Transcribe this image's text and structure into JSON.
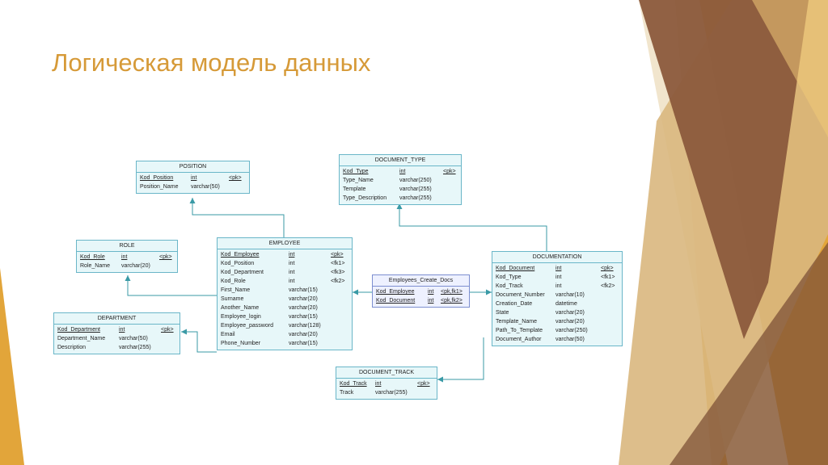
{
  "title": "Логическая модель данных",
  "colors": {
    "title": "#d69a38",
    "entity_border": "#6ab6c8",
    "entity_fill": "#e7f7f9",
    "connector": "#3a9aa6",
    "decor_brown": "#8b5a3c",
    "decor_orange": "#e2a53a",
    "decor_tan": "#d9b77e"
  },
  "entities": [
    {
      "id": "position",
      "name": "POSITION",
      "attributes": [
        {
          "name": "Kod_Position",
          "type": "int",
          "key": "<pk>",
          "pk": true
        },
        {
          "name": "Position_Name",
          "type": "varchar(50)",
          "key": "",
          "pk": false
        }
      ]
    },
    {
      "id": "role",
      "name": "ROLE",
      "attributes": [
        {
          "name": "Kod_Role",
          "type": "int",
          "key": "<pk>",
          "pk": true
        },
        {
          "name": "Role_Name",
          "type": "varchar(20)",
          "key": "",
          "pk": false
        }
      ]
    },
    {
      "id": "department",
      "name": "DEPARTMENT",
      "attributes": [
        {
          "name": "Kod_Department",
          "type": "int",
          "key": "<pk>",
          "pk": true
        },
        {
          "name": "Department_Name",
          "type": "varchar(50)",
          "key": "",
          "pk": false
        },
        {
          "name": "Description",
          "type": "varchar(255)",
          "key": "",
          "pk": false
        }
      ]
    },
    {
      "id": "employee",
      "name": "EMPLOYEE",
      "attributes": [
        {
          "name": "Kod_Employee",
          "type": "int",
          "key": "<pk>",
          "pk": true
        },
        {
          "name": "Kod_Position",
          "type": "int",
          "key": "<fk1>",
          "pk": false
        },
        {
          "name": "Kod_Department",
          "type": "int",
          "key": "<fk3>",
          "pk": false
        },
        {
          "name": "Kod_Role",
          "type": "int",
          "key": "<fk2>",
          "pk": false
        },
        {
          "name": "First_Name",
          "type": "varchar(15)",
          "key": "",
          "pk": false
        },
        {
          "name": "Surname",
          "type": "varchar(20)",
          "key": "",
          "pk": false
        },
        {
          "name": "Another_Name",
          "type": "varchar(20)",
          "key": "",
          "pk": false
        },
        {
          "name": "Employee_login",
          "type": "varchar(15)",
          "key": "",
          "pk": false
        },
        {
          "name": "Employee_password",
          "type": "varchar(128)",
          "key": "",
          "pk": false
        },
        {
          "name": "Email",
          "type": "varchar(20)",
          "key": "",
          "pk": false
        },
        {
          "name": "Phone_Number",
          "type": "varchar(15)",
          "key": "",
          "pk": false
        }
      ]
    },
    {
      "id": "document_type",
      "name": "DOCUMENT_TYPE",
      "attributes": [
        {
          "name": "Kod_Type",
          "type": "int",
          "key": "<pk>",
          "pk": true
        },
        {
          "name": "Type_Name",
          "type": "varchar(250)",
          "key": "",
          "pk": false
        },
        {
          "name": "Template",
          "type": "varchar(255)",
          "key": "",
          "pk": false
        },
        {
          "name": "Type_Description",
          "type": "varchar(255)",
          "key": "",
          "pk": false
        }
      ]
    },
    {
      "id": "employees_create_docs",
      "name": "Employees_Create_Docs",
      "attributes": [
        {
          "name": "Kod_Employee",
          "type": "int",
          "key": "<pk,fk1>",
          "pk": true
        },
        {
          "name": "Kod_Document",
          "type": "int",
          "key": "<pk,fk2>",
          "pk": true
        }
      ]
    },
    {
      "id": "documentation",
      "name": "DOCUMENTATION",
      "attributes": [
        {
          "name": "Kod_Document",
          "type": "int",
          "key": "<pk>",
          "pk": true
        },
        {
          "name": "Kod_Type",
          "type": "int",
          "key": "<fk1>",
          "pk": false
        },
        {
          "name": "Kod_Track",
          "type": "int",
          "key": "<fk2>",
          "pk": false
        },
        {
          "name": "Document_Number",
          "type": "varchar(10)",
          "key": "",
          "pk": false
        },
        {
          "name": "Creation_Date",
          "type": "datetime",
          "key": "",
          "pk": false
        },
        {
          "name": "State",
          "type": "varchar(20)",
          "key": "",
          "pk": false
        },
        {
          "name": "Template_Name",
          "type": "varchar(20)",
          "key": "",
          "pk": false
        },
        {
          "name": "Path_To_Template",
          "type": "varchar(250)",
          "key": "",
          "pk": false
        },
        {
          "name": "Document_Author",
          "type": "varchar(50)",
          "key": "",
          "pk": false
        }
      ]
    },
    {
      "id": "document_track",
      "name": "DOCUMENT_TRACK",
      "attributes": [
        {
          "name": "Kod_Track",
          "type": "int",
          "key": "<pk>",
          "pk": true
        },
        {
          "name": "Track",
          "type": "varchar(255)",
          "key": "",
          "pk": false
        }
      ]
    }
  ],
  "relationships": [
    {
      "from": "employee",
      "to": "position"
    },
    {
      "from": "employee",
      "to": "role"
    },
    {
      "from": "employee",
      "to": "department"
    },
    {
      "from": "employees_create_docs",
      "to": "employee"
    },
    {
      "from": "employees_create_docs",
      "to": "documentation"
    },
    {
      "from": "documentation",
      "to": "document_type"
    },
    {
      "from": "documentation",
      "to": "document_track"
    }
  ]
}
